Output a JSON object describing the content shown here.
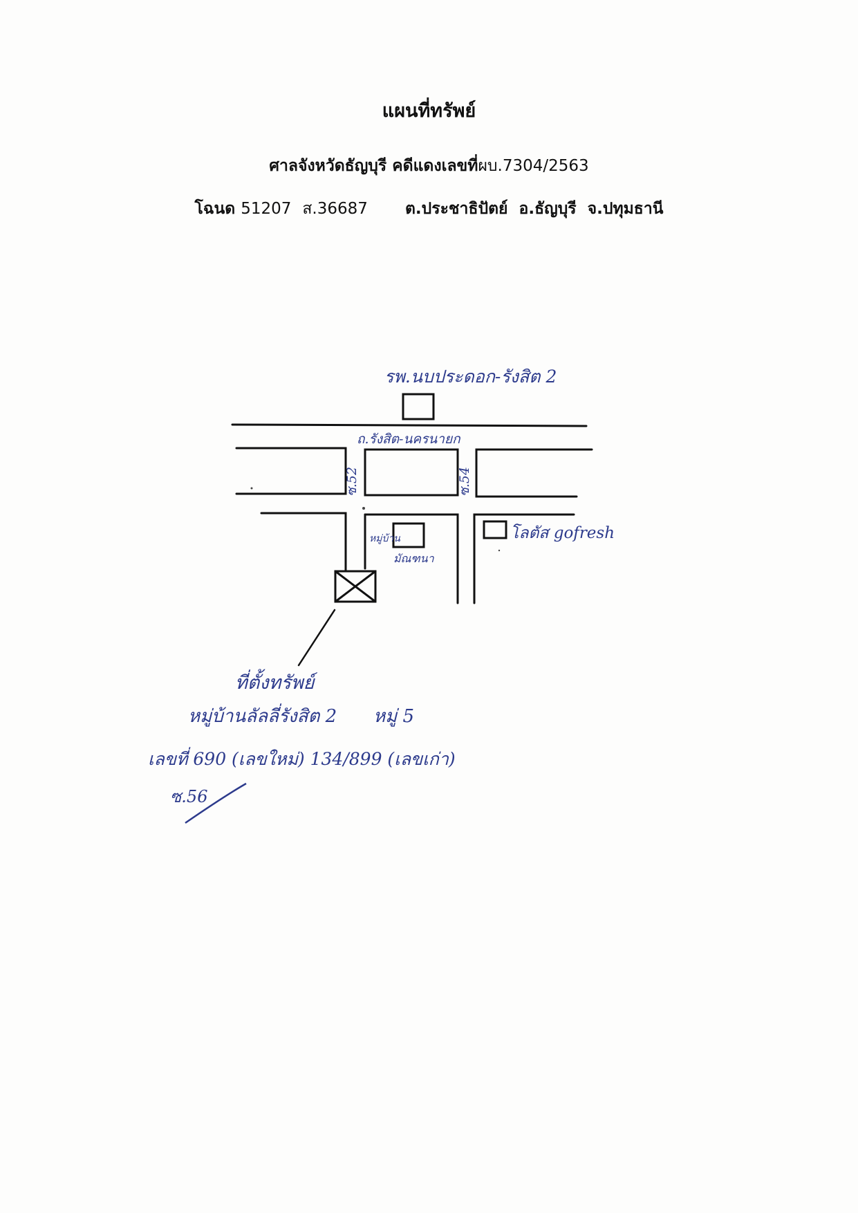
{
  "header": {
    "title": "แผนที่ทรัพย์",
    "court_label": "ศาลจังหวัดธัญบุรี",
    "case_label": "คดีแดงเลขที่",
    "case_number": "ผบ.7304/2563",
    "deed_label": "โฉนด",
    "deed_number": "51207",
    "survey_number": "ส.36687",
    "subdistrict": "ต.ประชาธิปัตย์",
    "district": "อ.ธัญบุรี",
    "province": "จ.ปทุมธานี"
  },
  "map": {
    "hospital_label": "รพ.นบประดอก-รังสิต 2",
    "main_road_label": "ถ.รังสิต-นครนายก",
    "soi_left_label": "ซ.52",
    "soi_right_label": "ซ.54",
    "village_label_top": "หมู่บ้าน",
    "village_label_bottom": "มัณฑนา",
    "store_label": "โลตัส gofresh",
    "note_location": "ที่ตั้งทรัพย์",
    "note_village": "หมู่บ้านลัลลี่รังสิต 2",
    "note_moo": "หมู่ 5",
    "note_address": "เลขที่ 690 (เลขใหม่) 134/899 (เลขเก่า)",
    "note_soi": "ซ.56",
    "ink_color": "#2c3a8c",
    "line_color": "#111111"
  }
}
